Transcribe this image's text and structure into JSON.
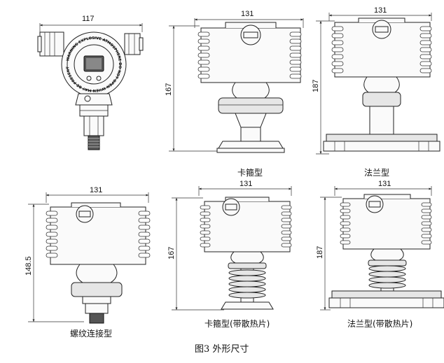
{
  "figure_caption": "图3 外形尺寸",
  "views": [
    {
      "id": "front",
      "caption": "",
      "dims": [
        "117"
      ]
    },
    {
      "id": "clamp",
      "caption": "卡箍型",
      "dims": [
        "131",
        "167"
      ]
    },
    {
      "id": "flange",
      "caption": "法兰型",
      "dims": [
        "131",
        "187"
      ]
    },
    {
      "id": "thread",
      "caption": "螺纹连接型",
      "dims": [
        "131",
        "148.5"
      ]
    },
    {
      "id": "clamp_hs",
      "caption": "卡箍型(带散热片)",
      "dims": [
        "131",
        "167"
      ]
    },
    {
      "id": "flange_hs",
      "caption": "法兰型(带散热片)",
      "dims": [
        "131",
        "187"
      ]
    }
  ],
  "nameplate_text": "WARNING EXPLOSIVE ATMOSPHERE DO NOT OPEN WHEN MAY BE PRESENT"
}
